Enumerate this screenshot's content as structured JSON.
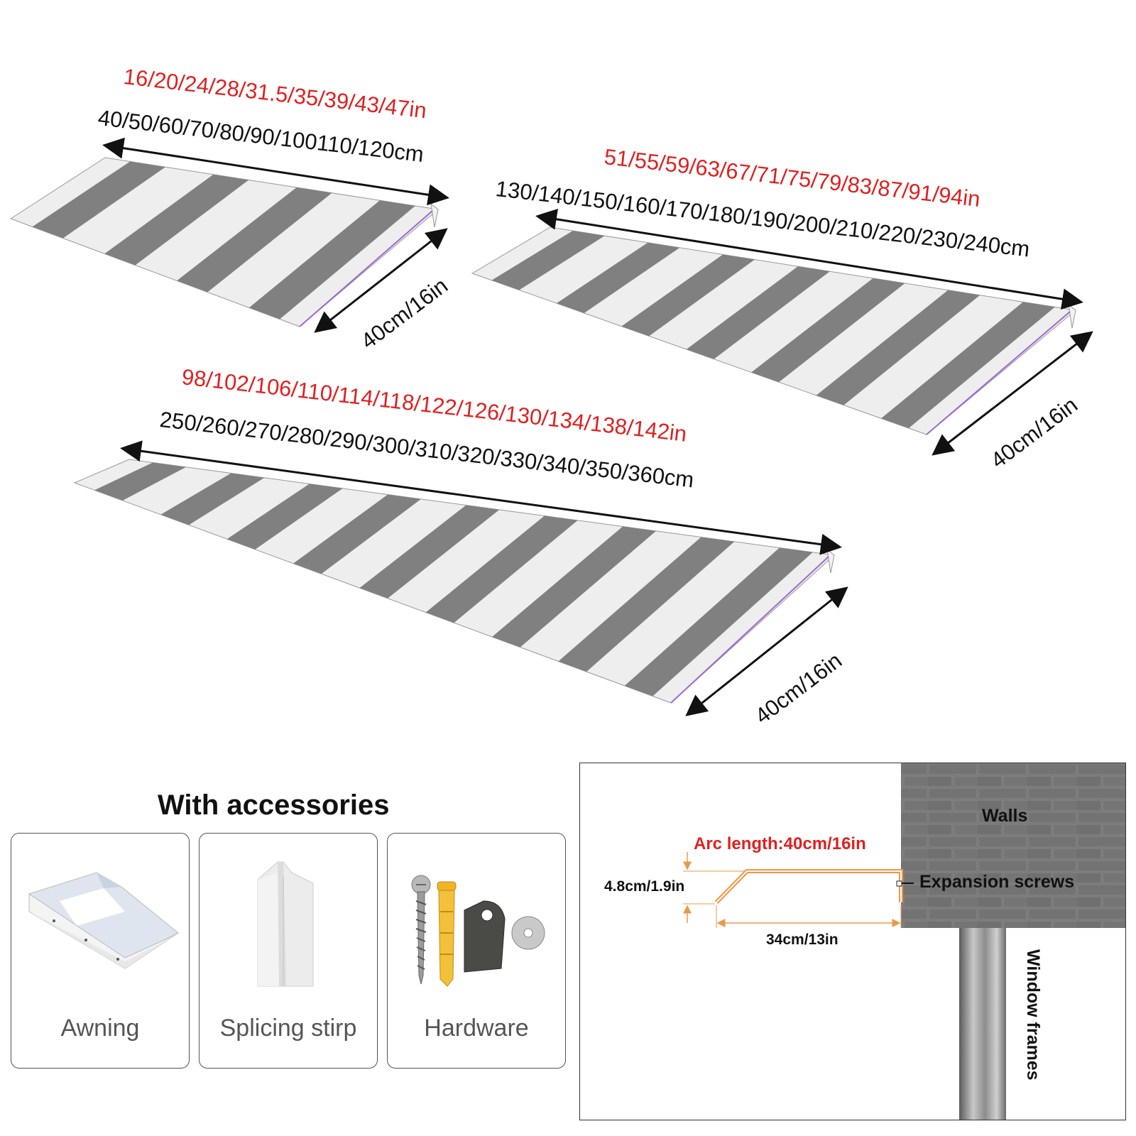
{
  "awnings": [
    {
      "inch_sizes": "16/20/24/28/31.5/35/39/43/47in",
      "cm_sizes": "40/50/60/70/80/90/100110/120cm",
      "depth": "40cm/16in"
    },
    {
      "inch_sizes": "51/55/59/63/67/71/75/79/83/87/91/94in",
      "cm_sizes": "130/140/150/160/170/180/190/200/210/220/230/240cm",
      "depth": "40cm/16in"
    },
    {
      "inch_sizes": "98/102/106/110/114/118/122/126/130/134/138/142in",
      "cm_sizes": "250/260/270/280/290/300/310/320/330/340/350/360cm",
      "depth": "40cm/16in"
    }
  ],
  "accessories": {
    "title": "With accessories",
    "items": [
      {
        "label": "Awning",
        "icon": "awning-icon"
      },
      {
        "label": "Splicing stirp",
        "icon": "splicing-strip-icon"
      },
      {
        "label": "Hardware",
        "icon": "hardware-icon"
      }
    ]
  },
  "installation": {
    "walls_label": "Walls",
    "arc_length": "Arc length:40cm/16in",
    "height": "4.8cm/1.9in",
    "width": "34cm/13in",
    "screws_label": "Expansion screws",
    "window_label": "Window frames"
  },
  "colors": {
    "red_text": "#e02020",
    "stripe_dark": "#808080",
    "stripe_light": "#eeeeee",
    "edge_purple": "#9a6bd0",
    "orange_profile": "#e89a4a",
    "wall": "#6b6b6b"
  }
}
